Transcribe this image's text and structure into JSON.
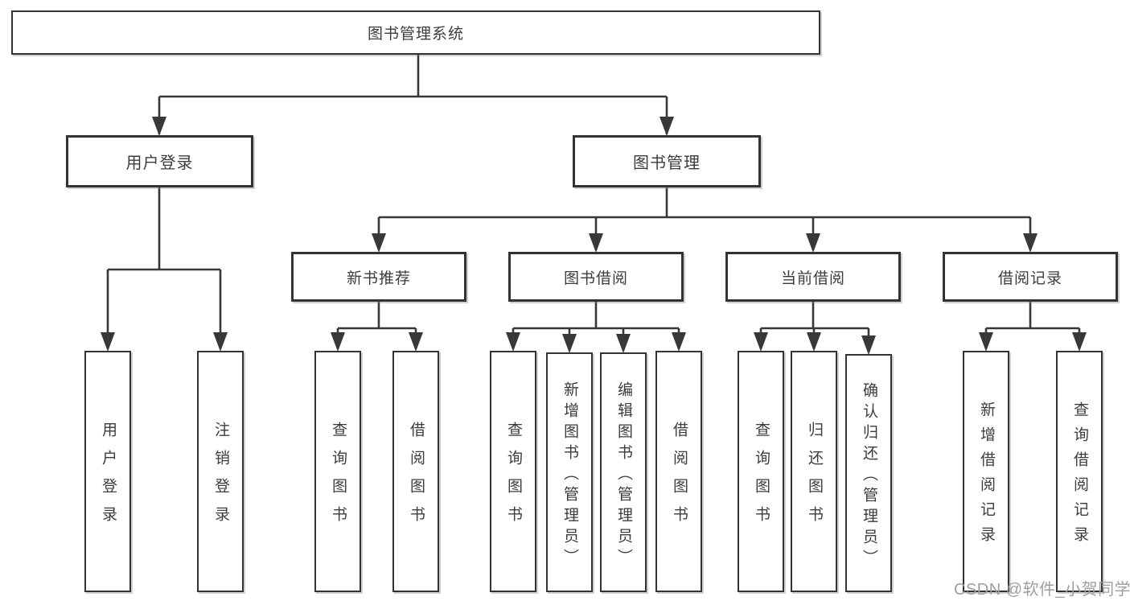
{
  "diagram": {
    "type": "tree",
    "root": {
      "label": "图书管理系统"
    },
    "branches": [
      {
        "label": "用户登录",
        "children": [
          {
            "label": "用户登录"
          },
          {
            "label": "注销登录"
          }
        ]
      },
      {
        "label": "图书管理",
        "children": [
          {
            "label": "新书推荐",
            "children": [
              {
                "label": "查询图书"
              },
              {
                "label": "借阅图书"
              }
            ]
          },
          {
            "label": "图书借阅",
            "children": [
              {
                "label": "查询图书"
              },
              {
                "label": "新增图书（管理员）"
              },
              {
                "label": "编辑图书（管理员）"
              },
              {
                "label": "借阅图书"
              }
            ]
          },
          {
            "label": "当前借阅",
            "children": [
              {
                "label": "查询图书"
              },
              {
                "label": "归还图书"
              },
              {
                "label": "确认归还（管理员）"
              }
            ]
          },
          {
            "label": "借阅记录",
            "children": [
              {
                "label": "新增借阅记录"
              },
              {
                "label": "查询借阅记录"
              }
            ]
          }
        ]
      }
    ]
  },
  "watermark": {
    "text": "CSDN @软件_小贺同学",
    "color": "#9e9e9e"
  },
  "colors": {
    "line": "#383838",
    "box_border": "#333333",
    "text": "#3c3c3c",
    "background": "#ffffff",
    "watermark": "#9e9e9e"
  }
}
